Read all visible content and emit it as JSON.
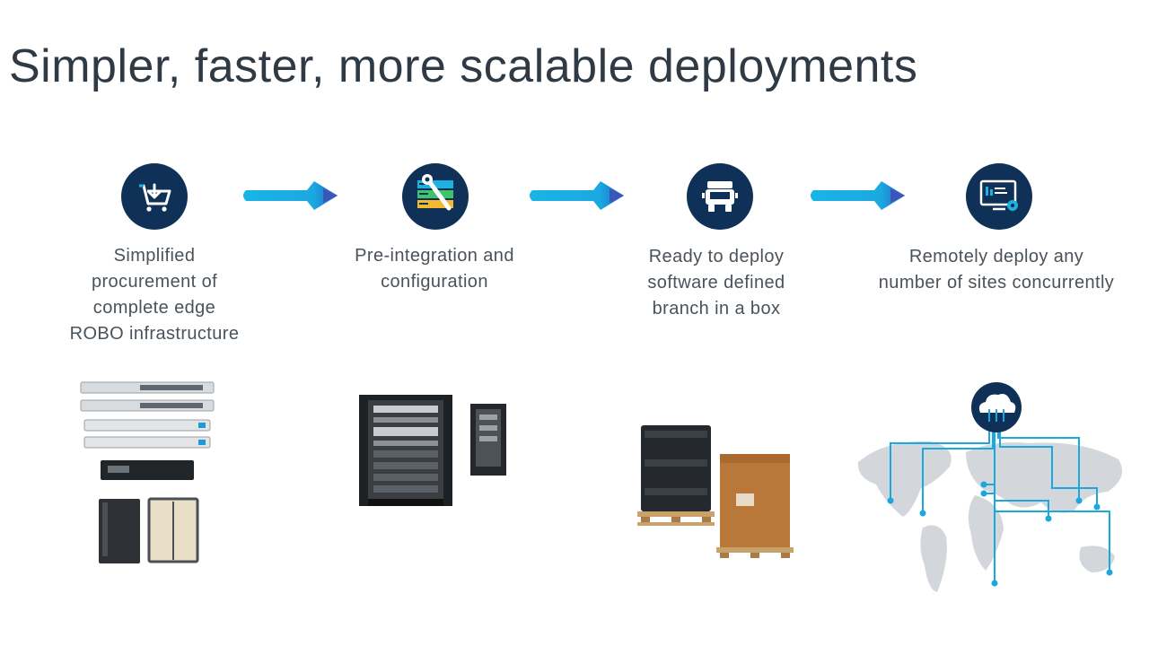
{
  "title": "Simpler, faster, more scalable deployments",
  "colors": {
    "icon_bg": "#0f3157",
    "arrow_start": "#19b4e6",
    "arrow_end": "#2b5fc5",
    "map_land": "#d3d6da",
    "map_line": "#1ba8dd"
  },
  "steps": [
    {
      "icon": "cart-download-icon",
      "caption": [
        "Simplified",
        "procurement of",
        "complete edge",
        "ROBO infrastructure"
      ],
      "illustration": "network-hardware-stack"
    },
    {
      "icon": "server-wrench-icon",
      "caption": [
        "Pre-integration  and",
        "configuration"
      ],
      "illustration": "server-rack"
    },
    {
      "icon": "truck-icon",
      "caption": [
        "Ready to deploy",
        "software defined",
        "branch in a box"
      ],
      "illustration": "shipping-crates"
    },
    {
      "icon": "monitor-gear-icon",
      "caption": [
        "Remotely deploy any",
        "number of sites concurrently"
      ],
      "illustration": "cloud-world-map"
    }
  ]
}
